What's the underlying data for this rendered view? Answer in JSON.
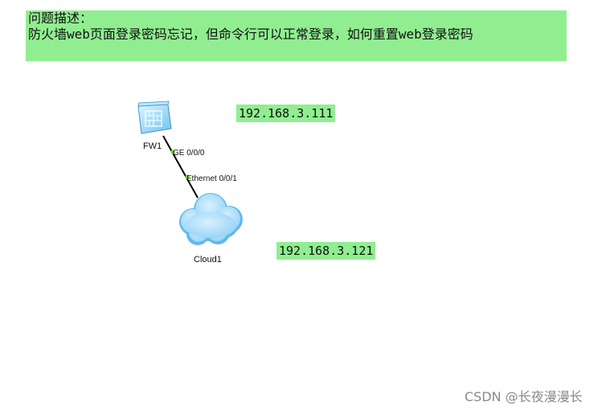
{
  "description": {
    "title": "问题描述：",
    "text": "防火墙web页面登录密码忘记，但命令行可以正常登录，如何重置web登录密码"
  },
  "ip_labels": {
    "fw_ip": "192.168.3.111",
    "cloud_ip": "192.168.3.121"
  },
  "devices": {
    "fw": {
      "name": "FW1",
      "icon": "firewall-icon"
    },
    "cloud": {
      "name": "Cloud1",
      "icon": "cloud-icon"
    }
  },
  "link": {
    "fw_port": "GE 0/0/0",
    "cloud_port": "Ethernet 0/0/1",
    "port_color": "#7ed321"
  },
  "colors": {
    "highlight": "#90ee90",
    "line": "#000000"
  },
  "watermark": "CSDN @长夜漫漫长"
}
